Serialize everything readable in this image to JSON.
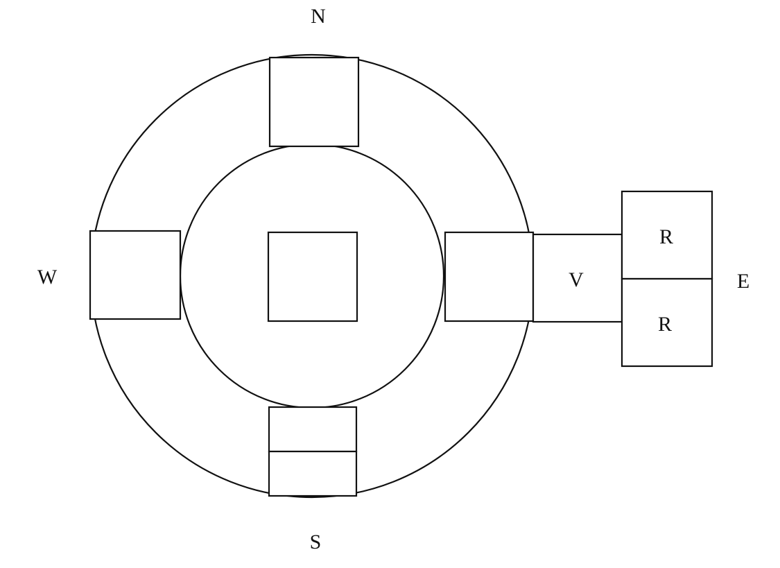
{
  "compass": {
    "north": "N",
    "south": "S",
    "west": "W",
    "east": "E"
  },
  "annex": {
    "corridor_label": "V",
    "upper_room_label": "R",
    "lower_room_label": "R"
  },
  "colors": {
    "line": "#111111",
    "background": "#ffffff"
  }
}
